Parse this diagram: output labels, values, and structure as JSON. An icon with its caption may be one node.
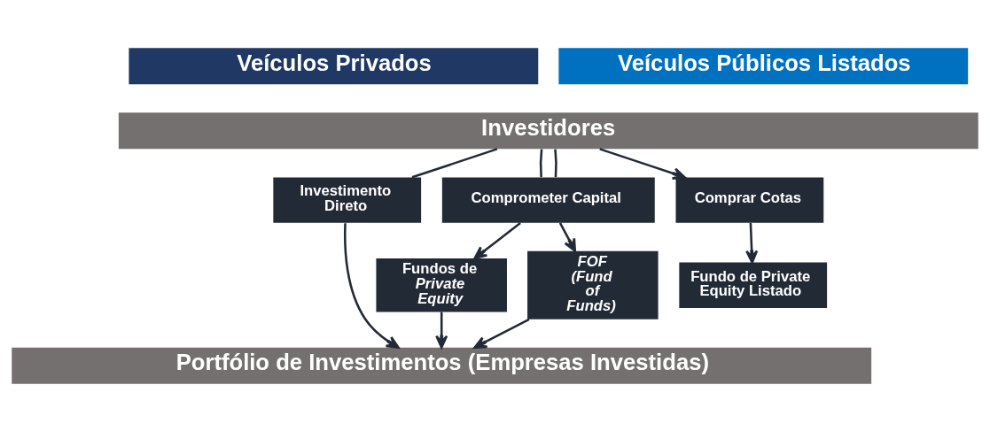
{
  "diagram": {
    "nodes": [
      {
        "text": [
          "Veículos Privados"
        ]
      },
      {
        "text": [
          "Veículos Públicos Listados"
        ]
      },
      {
        "text": [
          "Investidores"
        ]
      },
      {
        "text": [
          "Investimento Direto"
        ]
      },
      {
        "text": [
          "Comprometer Capital"
        ]
      },
      {
        "text": [
          "Fundos de *Private Equity*"
        ]
      },
      {
        "text": [
          "FOF (Fund of Funds)"
        ]
      },
      {
        "text": [
          "Comprar Cotas"
        ]
      },
      {
        "text": [
          "Fundo de Private Equity Listado"
        ]
      },
      {
        "text": [
          "Portfólio de Investimentos (Empresas Investidas)"
        ]
      }
    ],
    "edges": [
      {
        "from": 2,
        "to": 3,
        "arrow": "none"
      },
      {
        "from": 2,
        "to": 4,
        "arrow": "none"
      },
      {
        "from": 2,
        "to": 4,
        "arrow": "none"
      },
      {
        "from": 2,
        "to": 7,
        "arrow": "to"
      },
      {
        "from": 4,
        "to": 5,
        "arrow": "to"
      },
      {
        "from": 4,
        "to": 6,
        "arrow": "to"
      },
      {
        "from": 7,
        "to": 8,
        "arrow": "to"
      },
      {
        "from": 3,
        "to": 9,
        "arrow": "to"
      },
      {
        "from": 5,
        "to": 9,
        "arrow": "to"
      },
      {
        "from": 6,
        "to": 9,
        "arrow": "to"
      }
    ]
  }
}
